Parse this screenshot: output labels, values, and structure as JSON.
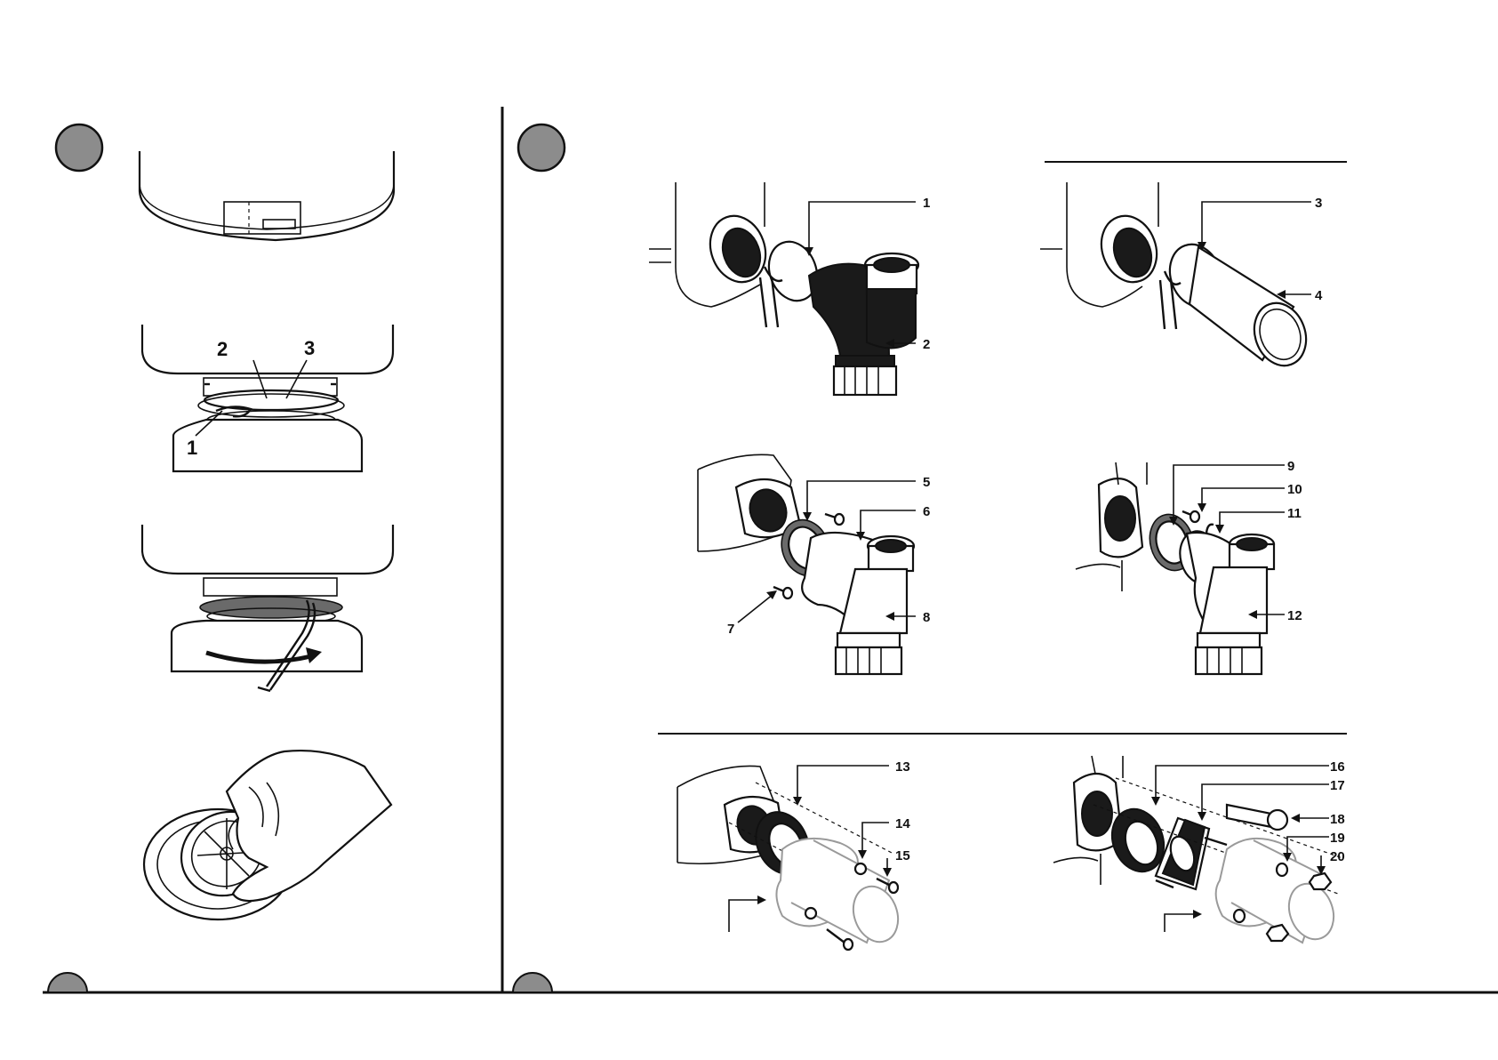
{
  "left_panel": {
    "figures": [
      {
        "callouts": [
          "2",
          "3",
          "1"
        ]
      },
      {
        "callouts": []
      },
      {
        "callouts": []
      }
    ]
  },
  "right_panel": {
    "callouts": [
      "1",
      "2",
      "3",
      "4",
      "5",
      "6",
      "7",
      "8",
      "9",
      "10",
      "11",
      "12",
      "13",
      "14",
      "15",
      "16",
      "17",
      "18",
      "19",
      "20"
    ]
  },
  "colors": {
    "step_badge": "#8c8c8c",
    "line": "#111111",
    "dark_part": "#1a1a1a",
    "ghost_part": "#9a9a9a"
  }
}
